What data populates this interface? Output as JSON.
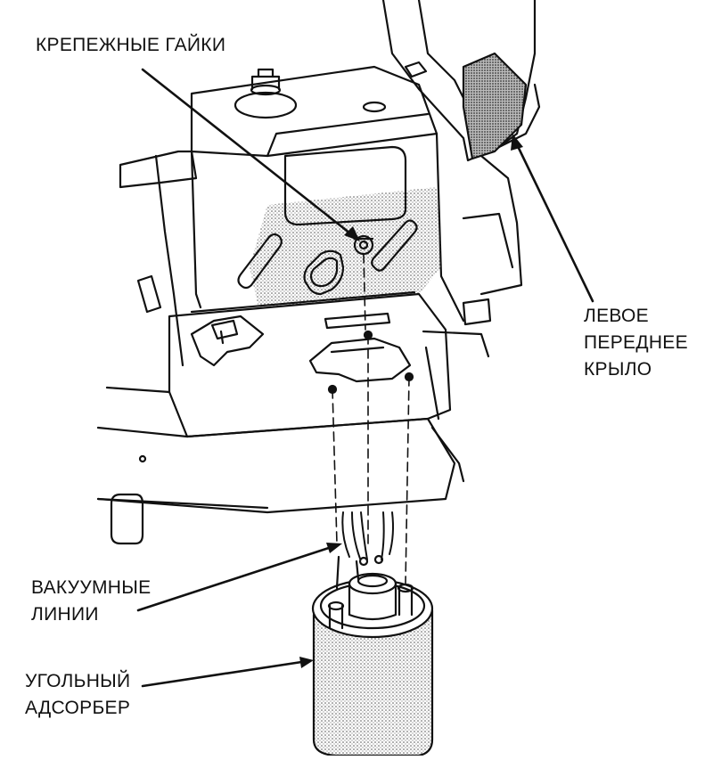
{
  "labels": {
    "mounting_nuts": "КРЕПЕЖНЫЕ ГАЙКИ",
    "left_fender": [
      "ЛЕВОЕ",
      "ПЕРЕДНЕЕ",
      "КРЫЛО"
    ],
    "vacuum_lines": [
      "ВАКУУМНЫЕ",
      "ЛИНИИ"
    ],
    "charcoal_canister": [
      "УГОЛЬНЫЙ",
      "АДСОРБЕР"
    ]
  },
  "colors": {
    "ink": "#111111",
    "paper": "#ffffff",
    "stipple": "#9a9a9a"
  }
}
